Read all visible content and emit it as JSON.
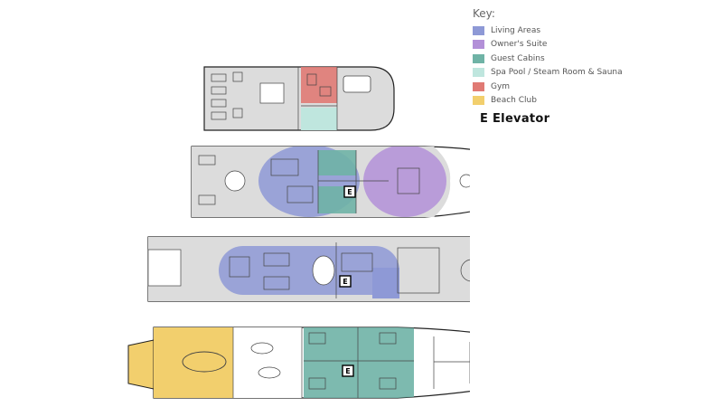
{
  "key": {
    "title": "Key:",
    "items": [
      {
        "label": "Living Areas",
        "color": "#8e99d6"
      },
      {
        "label": "Owner's Suite",
        "color": "#b390d8"
      },
      {
        "label": "Guest Cabins",
        "color": "#6fb3a6"
      },
      {
        "label": "Spa Pool / Steam Room & Sauna",
        "color": "#bfe6de"
      },
      {
        "label": "Gym",
        "color": "#e07a74"
      },
      {
        "label": "Beach Club",
        "color": "#f2cf6d"
      }
    ]
  },
  "legend_elevator": "E Elevator",
  "elevator_marker": "E",
  "deck_fill": "#dcdcdc",
  "outline": "#222222"
}
